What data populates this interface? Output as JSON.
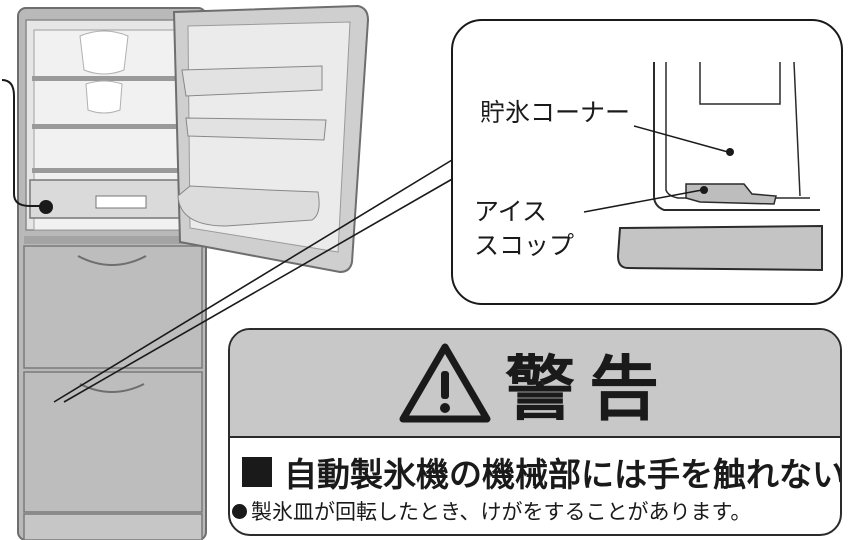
{
  "callout": {
    "ice_storage_label": "貯氷コーナー",
    "ice_scoop_label_line1": "アイス",
    "ice_scoop_label_line2": "スコップ"
  },
  "warning": {
    "title": "警告",
    "heading": "自動製氷機の機械部には手を触れない",
    "detail": "製氷皿が回転したとき、けがをすることがあります。"
  },
  "colors": {
    "fridge_body": "#b9b9b9",
    "fridge_interior": "#e4e4e4",
    "warning_header": "#c8c8c8",
    "outline": "#2b2b2b"
  }
}
